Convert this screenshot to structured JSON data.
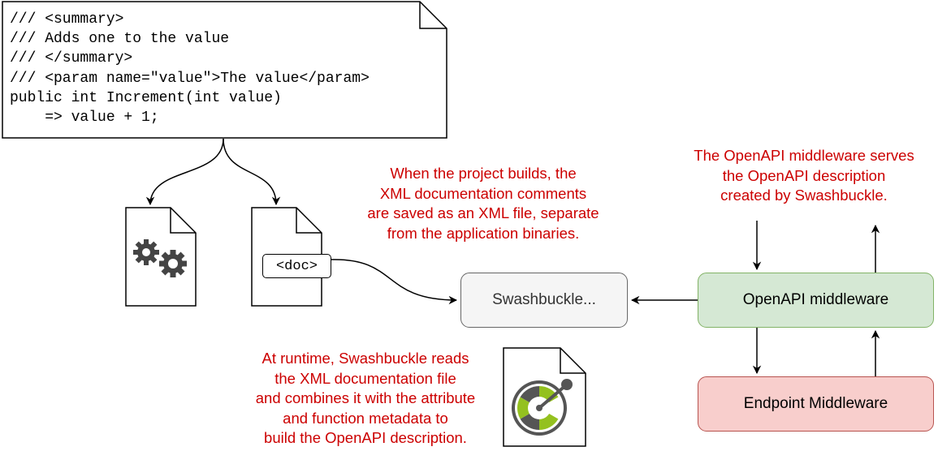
{
  "code_lines": [
    "/// <summary>",
    "/// Adds one to the value",
    "/// </summary>",
    "/// <param name=\"value\">The value</param>",
    "public int Increment(int value)",
    "    => value + 1;"
  ],
  "doc_tag": "<doc>",
  "boxes": {
    "swashbuckle": "Swashbuckle...",
    "openapi_middleware": "OpenAPI middleware",
    "endpoint_middleware": "Endpoint Middleware"
  },
  "notes": {
    "build": [
      "When the project builds, the",
      "XML documentation comments",
      "are saved as an XML file, separate",
      "from the application binaries."
    ],
    "middleware": [
      "The OpenAPI middleware serves",
      "the OpenAPI description",
      "created by Swashbuckle."
    ],
    "runtime": [
      "At runtime, Swashbuckle reads",
      "the XML documentation file",
      "and combines it with the attribute",
      "and function metadata to",
      "build the OpenAPI description."
    ]
  },
  "colors": {
    "note_text": "#cc0000",
    "swashbuckle_fill": "#f5f5f5",
    "openapi_fill": "#d5e8d4",
    "openapi_stroke": "#82b366",
    "endpoint_fill": "#f8cecc",
    "endpoint_stroke": "#b85450",
    "openapi_logo_dark": "#555555",
    "openapi_logo_green": "#94c11f"
  },
  "icons": {
    "binary_file": "gears-document-icon",
    "xml_file": "xml-document-icon",
    "openapi_file": "openapi-logo-document-icon"
  }
}
